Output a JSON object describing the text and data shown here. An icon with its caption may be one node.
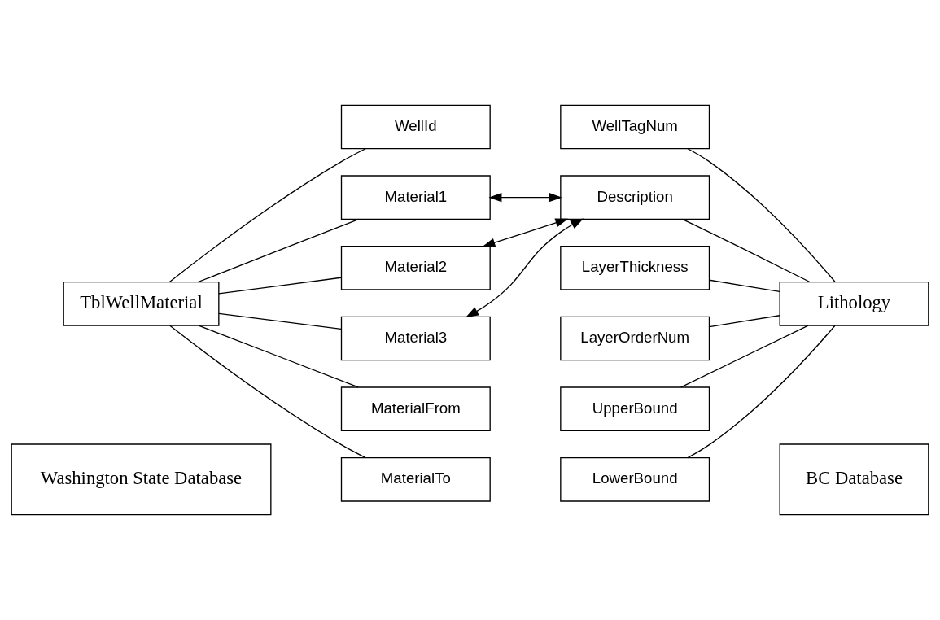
{
  "diagram": {
    "nodes": [
      {
        "text": [
          "TblWellMaterial"
        ]
      },
      {
        "text": [
          "WellId"
        ]
      },
      {
        "text": [
          "Material1"
        ]
      },
      {
        "text": [
          "Material2"
        ]
      },
      {
        "text": [
          "Material3"
        ]
      },
      {
        "text": [
          "MaterialFrom"
        ]
      },
      {
        "text": [
          "MaterialTo"
        ]
      },
      {
        "text": [
          "WellTagNum"
        ]
      },
      {
        "text": [
          "Description"
        ]
      },
      {
        "text": [
          "LayerThickness"
        ]
      },
      {
        "text": [
          "LayerOrderNum"
        ]
      },
      {
        "text": [
          "UpperBound"
        ]
      },
      {
        "text": [
          "LowerBound"
        ]
      },
      {
        "text": [
          "Lithology"
        ]
      },
      {
        "text": [
          "Washington State Database"
        ]
      },
      {
        "text": [
          "BC Database"
        ]
      }
    ],
    "edges": [
      {
        "from": 0,
        "to": 1,
        "arrow": "none"
      },
      {
        "from": 0,
        "to": 2,
        "arrow": "none"
      },
      {
        "from": 0,
        "to": 3,
        "arrow": "none"
      },
      {
        "from": 0,
        "to": 4,
        "arrow": "none"
      },
      {
        "from": 0,
        "to": 5,
        "arrow": "none"
      },
      {
        "from": 0,
        "to": 6,
        "arrow": "none"
      },
      {
        "from": 2,
        "to": 8,
        "arrow": "both"
      },
      {
        "from": 3,
        "to": 8,
        "arrow": "both"
      },
      {
        "from": 4,
        "to": 8,
        "arrow": "both"
      },
      {
        "from": 7,
        "to": 13,
        "arrow": "none"
      },
      {
        "from": 8,
        "to": 13,
        "arrow": "none"
      },
      {
        "from": 9,
        "to": 13,
        "arrow": "none"
      },
      {
        "from": 10,
        "to": 13,
        "arrow": "none"
      },
      {
        "from": 11,
        "to": 13,
        "arrow": "none"
      },
      {
        "from": 12,
        "to": 13,
        "arrow": "none"
      }
    ]
  }
}
